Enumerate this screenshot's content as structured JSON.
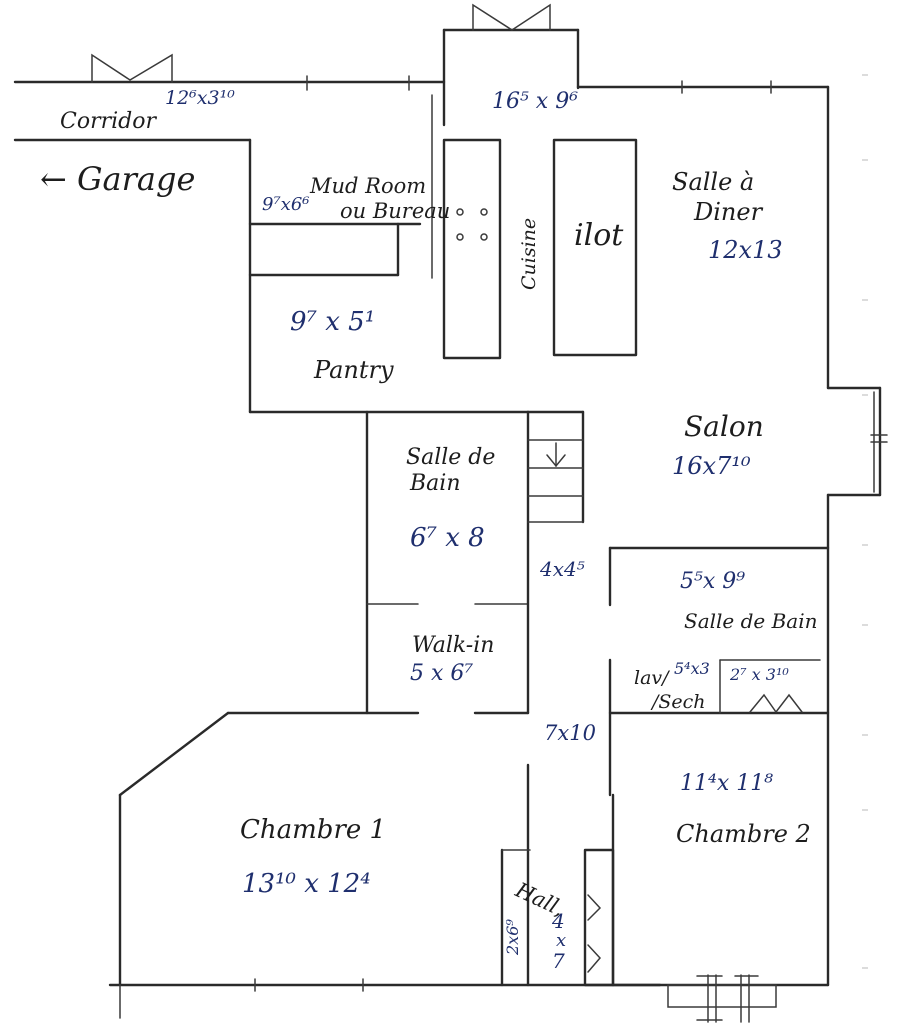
{
  "rooms": {
    "corridor": {
      "name": "Corridor",
      "dim": "12⁶x3¹⁰"
    },
    "garage": {
      "name": "← Garage"
    },
    "entry_dim": "16⁵ x 9⁶",
    "mudroom": {
      "name_1": "Mud Room",
      "name_2": "ou Bureau",
      "dim": "9⁷x6⁶"
    },
    "pantry": {
      "name": "Pantry",
      "dim": "9⁷ x 5¹"
    },
    "cuisine": {
      "name": "Cuisine"
    },
    "ilot": {
      "name": "ilot"
    },
    "dining": {
      "name_1": "Salle à",
      "name_2": "Diner",
      "dim": "12x13"
    },
    "salon": {
      "name": "Salon",
      "dim": "16x7¹⁰"
    },
    "bath1": {
      "name_1": "Salle de",
      "name_2": "Bain",
      "dim": "6⁷ x 8"
    },
    "bath2": {
      "name": "Salle de Bain",
      "dim": "5⁵x 9⁹"
    },
    "small_dim": "4x4⁵",
    "walkin": {
      "name": "Walk-in",
      "dim": "5 x 6⁷"
    },
    "laundry": {
      "name_1": "lav/",
      "name_2": "/Sech",
      "dim": "5⁴x3"
    },
    "closet_dim": "2⁷ x 3¹⁰",
    "hall_dim": "7x10",
    "chambre1": {
      "name": "Chambre 1",
      "dim": "13¹⁰ x 12⁴"
    },
    "chambre2": {
      "name": "Chambre 2",
      "dim": "11⁴x 11⁸"
    },
    "hall": {
      "name": "Hall,",
      "dim_1": "4",
      "dim_2": "x",
      "dim_3": "7"
    },
    "closet_hall": {
      "dim": "2x6⁹"
    }
  },
  "icons": [
    "door-swing-icon",
    "stairs-down-arrow-icon",
    "sink-icon",
    "window-icon"
  ]
}
